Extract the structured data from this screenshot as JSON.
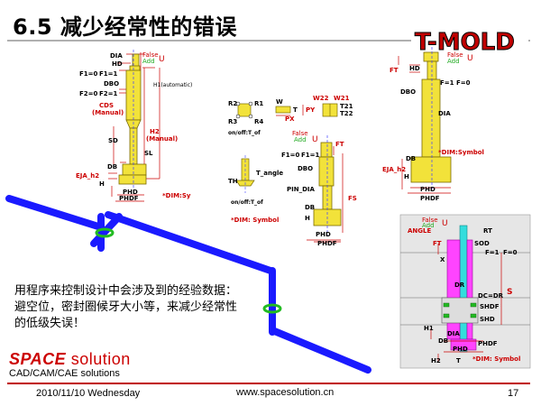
{
  "slide": {
    "title": "6.5 减少经常性的错误",
    "logo_text": "T-MOLD",
    "caption": "用程序来控制设计中会涉及到的经验数据：避空位，密封圈候牙大小等，来减少经常性的低级失误！",
    "brand_space": "SPACE",
    "brand_solution": " solution",
    "brand_sub": "CAD/CAM/CAE solutions",
    "footer_date": "2010/11/10 Wednesday",
    "footer_url": "www.spacesolution.cn",
    "page_number": "17"
  },
  "diagrams": {
    "d1": {
      "dia": "DIA",
      "false": "False",
      "add": "Add",
      "u": "U",
      "hd": "HD",
      "f1": "F1=0",
      "f1b": "F1=1",
      "dbo": "DBO",
      "h1": "H1(automatic)",
      "f2": "F2=0",
      "f2b": "F2=1",
      "cds": "CDS",
      "cds2": "(Manual)",
      "h2": "H2",
      "h2b": "(Manual)",
      "sd": "SD",
      "sl": "SL",
      "db": "DB",
      "eja": "EJA_h2",
      "h": "H",
      "phd": "PHD",
      "phdf": "PHDF",
      "dim": "*DIM:Sy"
    },
    "d2": {
      "r2": "R2",
      "r1": "R1",
      "r3": "R3",
      "r4": "R4",
      "onoff": "on/off:T_of",
      "w": "W",
      "t": "T",
      "px": "PX",
      "py": "PY",
      "w22": "W22",
      "w21": "W21",
      "t21": "T21",
      "t22": "T22",
      "tangle": "T_angle",
      "th": "TH",
      "onoff2": "on/off:T_of",
      "dim": "*DIM: Symbol"
    },
    "d3": {
      "false": "False",
      "add": "Add",
      "u": "U",
      "ft": "FT",
      "f1": "F1=0",
      "f1b": "F1=1",
      "dbo": "DBO",
      "pin_dia": "PIN_DIA",
      "fs": "FS",
      "db": "DB",
      "h": "H",
      "phd": "PHD",
      "phdf": "PHDF"
    },
    "d4": {
      "false": "False",
      "add": "Add",
      "u": "U",
      "ft": "FT",
      "hd": "HD",
      "f1": "F=1",
      "f0": "F=0",
      "dbo": "DBO",
      "dia": "DIA",
      "db": "DB",
      "dim": "*DIM:Symbol",
      "eja": "EJA_h2",
      "h": "H",
      "phd": "PHD",
      "phdf": "PHDF"
    },
    "d5": {
      "false": "False",
      "add": "Add",
      "u": "U",
      "angle": "ANGLE",
      "rt": "RT",
      "ft": "FT",
      "sod": "SOD",
      "f1": "F=1",
      "f0": "F=0",
      "x": "X",
      "dr": "DR",
      "dcdr": "DC=DR",
      "s": "S",
      "shdf": "SHDF",
      "shd": "SHD",
      "h1": "H1",
      "dia": "DIA",
      "db": "DB",
      "phdf": "PHDF",
      "phd": "PHD",
      "h2": "H2",
      "t": "T",
      "dim": "*DIM: Symbol"
    }
  },
  "colors": {
    "title": "#000000",
    "pin_fill": "#f2e23a",
    "pipe": "#1a1aff",
    "oring": "#22bb22",
    "dim_red": "#cc0000",
    "sleeve": "#ff44ff",
    "cyan": "#33dddd",
    "brand_red": "#cc0000"
  }
}
